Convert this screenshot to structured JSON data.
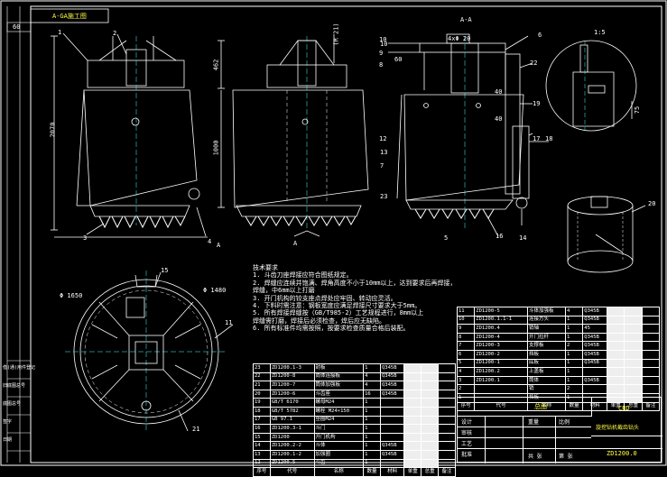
{
  "drawing": {
    "title_box": "A-GA施工图",
    "corner_tag": "60",
    "section_label_top": "A-A",
    "detail_scale": "1:5",
    "arrow_label_a": "A",
    "dimensions": {
      "left_height": "2070",
      "mid_height_top": "462",
      "mid_height_body": "1000",
      "mid_top_small": "(R 21)",
      "right_d1": "4xΦ 20",
      "right_d2": "40",
      "right_d3": "40",
      "right_d4": "60",
      "right_d5": "10",
      "detail_d": "75",
      "plan_phi1": "Φ 1650",
      "plan_phi2": "Φ 1480"
    },
    "leaders": [
      "1",
      "2",
      "3",
      "4",
      "5",
      "6",
      "7",
      "8",
      "9",
      "10",
      "11",
      "12",
      "13",
      "14",
      "15",
      "16",
      "17",
      "18",
      "19",
      "20",
      "21",
      "22",
      "23"
    ]
  },
  "notes": {
    "title": "技术要求",
    "items": [
      "1. 斗齿刀座焊接应符合图纸规定。",
      "2. 焊缝应连续并饱满、焊角高度不小于10mm以上，达到要求后再焊接，",
      "   焊缝，中6mm以上打磨",
      "3. 开门机构的铰支座点焊处应牢固、转动应灵活。",
      "4. 下料时需注意：钢板宽度应满足焊接尺寸要求大于5mm。",
      "5. 所有焊接焊缝按（GB/T985-2）工艺规程进行，8mm以上",
      "   焊缝需打磨，焊接后必须检查，焊后应无缺陷。",
      "6. 所有标准件均需按照，按要求检查质量合格后装配。"
    ]
  },
  "bom_left": {
    "headers": [
      "序号",
      "代号",
      "名称",
      "数量",
      "材料",
      "单重",
      "总重",
      "备注"
    ],
    "rows": [
      [
        "23",
        "ZD1200.1-3",
        "封板",
        "1",
        "Q345B",
        "",
        "",
        ""
      ],
      [
        "22",
        "ZD1200-8",
        "筒体连接板",
        "4",
        "Q345B",
        "",
        "",
        ""
      ],
      [
        "21",
        "ZD1200-7",
        "筒体加强板",
        "4",
        "Q345B",
        "",
        "",
        ""
      ],
      [
        "20",
        "ZD1200-6",
        "斗齿座",
        "16",
        "Q345B",
        "",
        "",
        ""
      ],
      [
        "19",
        "GB/T 6170",
        "螺母M24",
        "1",
        "",
        "",
        "",
        ""
      ],
      [
        "18",
        "GB/T 5782",
        "螺栓 M24×150",
        "1",
        "",
        "",
        "",
        ""
      ],
      [
        "17",
        "GB 97.1",
        "垫圈M24",
        "1",
        "",
        "",
        "",
        ""
      ],
      [
        "16",
        "ZD1200.3-1",
        "斗门",
        "1",
        "",
        "",
        "",
        ""
      ],
      [
        "15",
        "ZD1200",
        "开门机构",
        "1",
        "",
        "",
        "",
        ""
      ],
      [
        "14",
        "ZD1200.2-2",
        "斗体",
        "1",
        "Q345B",
        "",
        "",
        ""
      ],
      [
        "13",
        "ZD1200.1-2",
        "加强圈",
        "1",
        "Q345B",
        "",
        "",
        ""
      ],
      [
        "12",
        "ZD1200.5",
        "斗齿",
        "1",
        "",
        "",
        "",
        ""
      ]
    ]
  },
  "bom_right": {
    "headers": [
      "序号",
      "代号",
      "名称",
      "数量",
      "材料",
      "单重",
      "总重",
      "备注"
    ],
    "rows": [
      [
        "11",
        "ZD1200-5",
        "斗体加强板",
        "4",
        "Q345B",
        "",
        "",
        ""
      ],
      [
        "10",
        "ZD1200.1.1-1",
        "连接方头",
        "1",
        "Q345B",
        "",
        "",
        ""
      ],
      [
        "9",
        "ZD1200.4",
        "销轴",
        "1",
        "45",
        "",
        "",
        ""
      ],
      [
        "8",
        "ZD1200-4",
        "开门拉杆",
        "1",
        "Q345B",
        "",
        "",
        ""
      ],
      [
        "7",
        "ZD1200-3",
        "支撑板",
        "2",
        "Q345B",
        "",
        "",
        ""
      ],
      [
        "6",
        "ZD1200-2",
        "挡板",
        "1",
        "Q345B",
        "",
        "",
        ""
      ],
      [
        "5",
        "ZD1200-1",
        "底板",
        "1",
        "Q345B",
        "",
        "",
        ""
      ],
      [
        "4",
        "ZD1200.2",
        "上盖板",
        "1",
        "",
        "",
        "",
        ""
      ],
      [
        "3",
        "ZD1200.1",
        "筒体",
        "1",
        "Q345B",
        "",
        "",
        ""
      ],
      [
        "2",
        "",
        "销",
        "2",
        "",
        "",
        "",
        ""
      ],
      [
        "1",
        "",
        "挡板",
        "1",
        "",
        "",
        "",
        ""
      ]
    ]
  },
  "title_block": {
    "assembly": "总图",
    "company": "CRD",
    "part_name": "旋挖钻机截齿钻头",
    "drawing_no": "ZD1200.0",
    "design": "设计",
    "check": "审核",
    "process": "工艺",
    "approve": "批准",
    "scale_label": "比例",
    "weight_label": "重量",
    "sheets_label": "共 张",
    "sheet_label": "第 张"
  },
  "left_strip": {
    "labels": [
      "借(通)用件登记",
      "旧底图总号",
      "底图总号",
      "签字",
      "日期"
    ]
  }
}
